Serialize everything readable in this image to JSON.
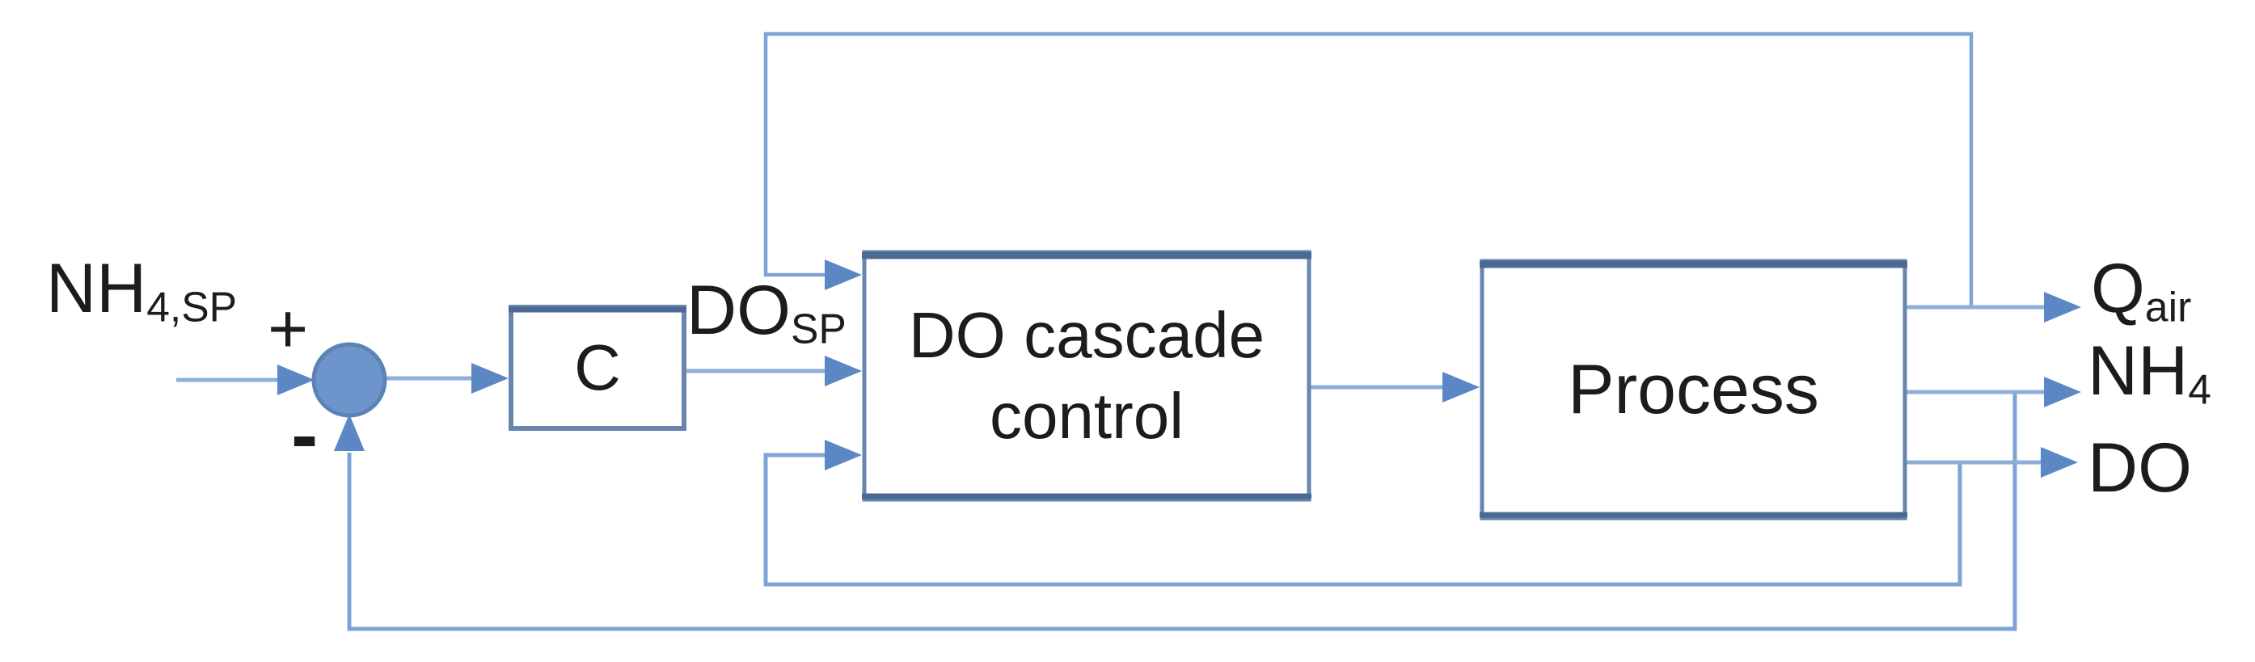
{
  "diagram": {
    "kind": "control-block-diagram"
  },
  "labels": {
    "nh4_setpoint": {
      "main": "NH",
      "sub": "4,SP"
    },
    "plus": "+",
    "minus": "-",
    "controller": "C",
    "do_setpoint": {
      "main": "DO",
      "sub": "SP"
    },
    "cascade": {
      "line1": "DO cascade",
      "line2": "control"
    },
    "process": "Process",
    "q_air": {
      "main": "Q",
      "sub": "air"
    },
    "nh4_out": {
      "main": "NH",
      "sub": "4"
    },
    "do_out": {
      "main": "DO"
    }
  },
  "colors": {
    "line": "#8fafd9",
    "line_strong": "#7da4d6",
    "arrowhead": "#5b87c5",
    "box_border": "#6785ad",
    "box_edge_dark": "#4c6994",
    "summing_junction_fill": "#6d95cb",
    "summing_junction_stroke": "#5b83b6",
    "text": "#1c1c1c",
    "background": "#ffffff"
  }
}
